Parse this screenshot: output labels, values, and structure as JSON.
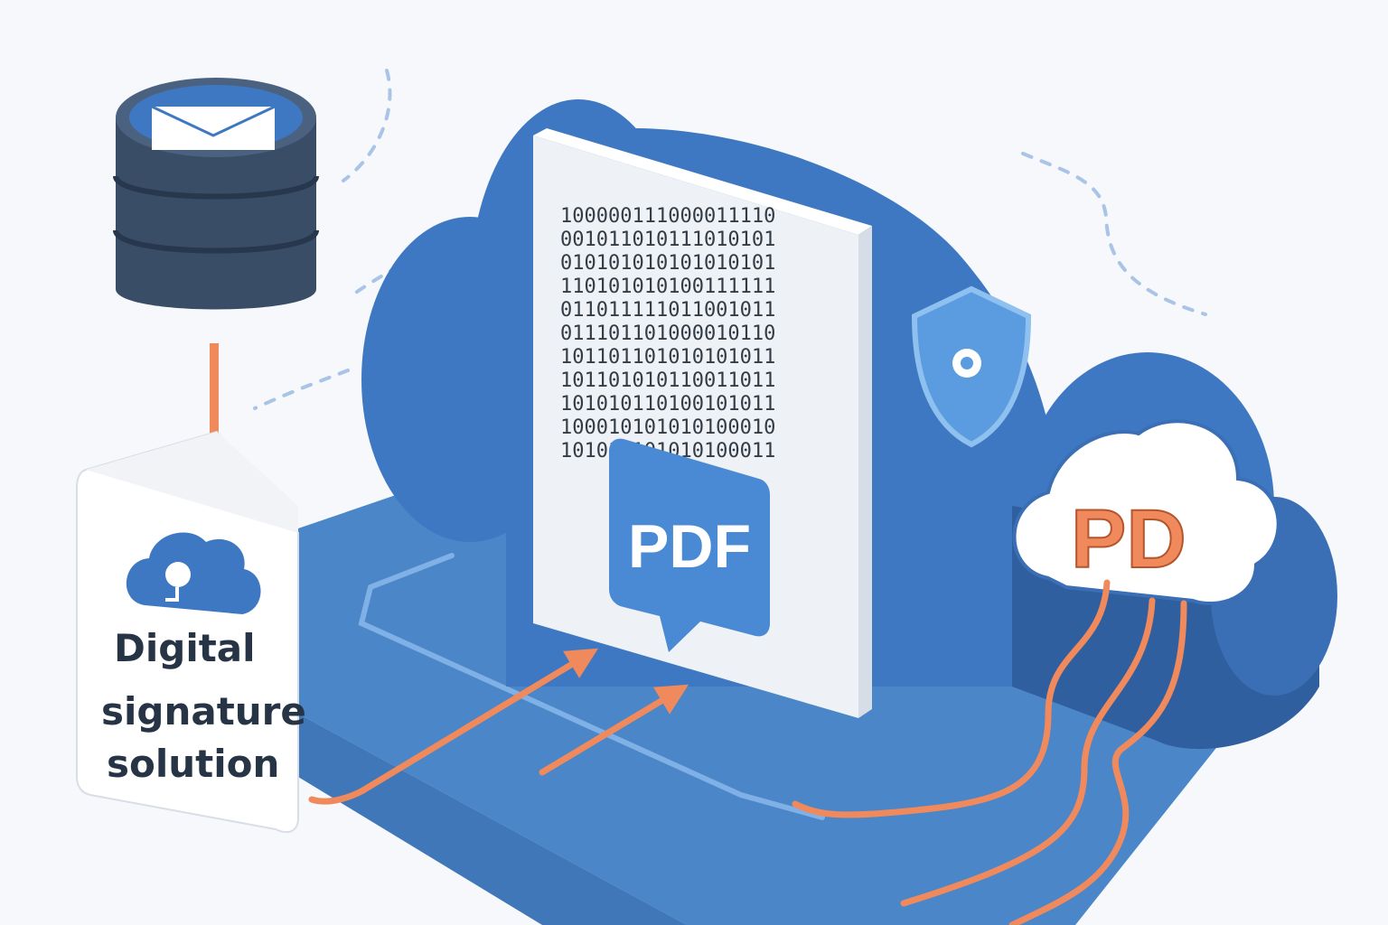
{
  "colors": {
    "background": "#f6f8fb",
    "cloud_blue": "#3f78c2",
    "cloud_dark": "#2f5f9f",
    "platform_blue": "#4a86c8",
    "accent_orange": "#f08a5d",
    "database": "#3a4d66",
    "document": "#eef1f5",
    "badge_blue": "#4a8ad4"
  },
  "icons": {
    "database": "database-icon",
    "envelope": "envelope-icon",
    "shield": "shield-icon",
    "cloud_signature": "cloud-signature-icon"
  },
  "signature_box": {
    "line1": "Digital",
    "line2": "signature",
    "line3": "solution"
  },
  "document": {
    "binary_rows": [
      "100000111000011110",
      "001011010111010101",
      "010101010101010101",
      "110101010100111111",
      "011011111011001011",
      "011101101000010110",
      "101101101010101011",
      "101101010110011011",
      "101010110100101011",
      "100010101010100010",
      "101010101010100011"
    ],
    "badge_label": "PDF"
  },
  "cloud_badge": {
    "label": "PD"
  }
}
